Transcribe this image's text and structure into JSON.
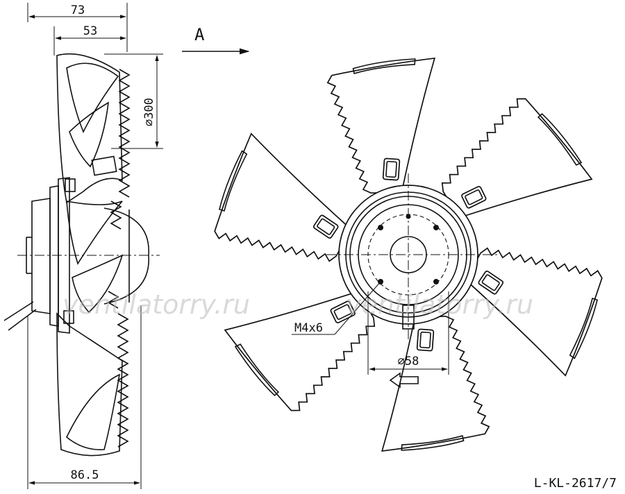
{
  "drawing": {
    "code": "L-KL-2617/7",
    "view_label": "A",
    "watermark": "ventilatorry.ru",
    "accent": "#111111"
  },
  "dimensions": {
    "overall_depth": "73",
    "blade_depth": "53",
    "diameter": "⌀300",
    "total_length": "86.5",
    "hub_diameter": "⌀58",
    "thread": "M4x6"
  },
  "fan": {
    "blade_count": 6
  }
}
